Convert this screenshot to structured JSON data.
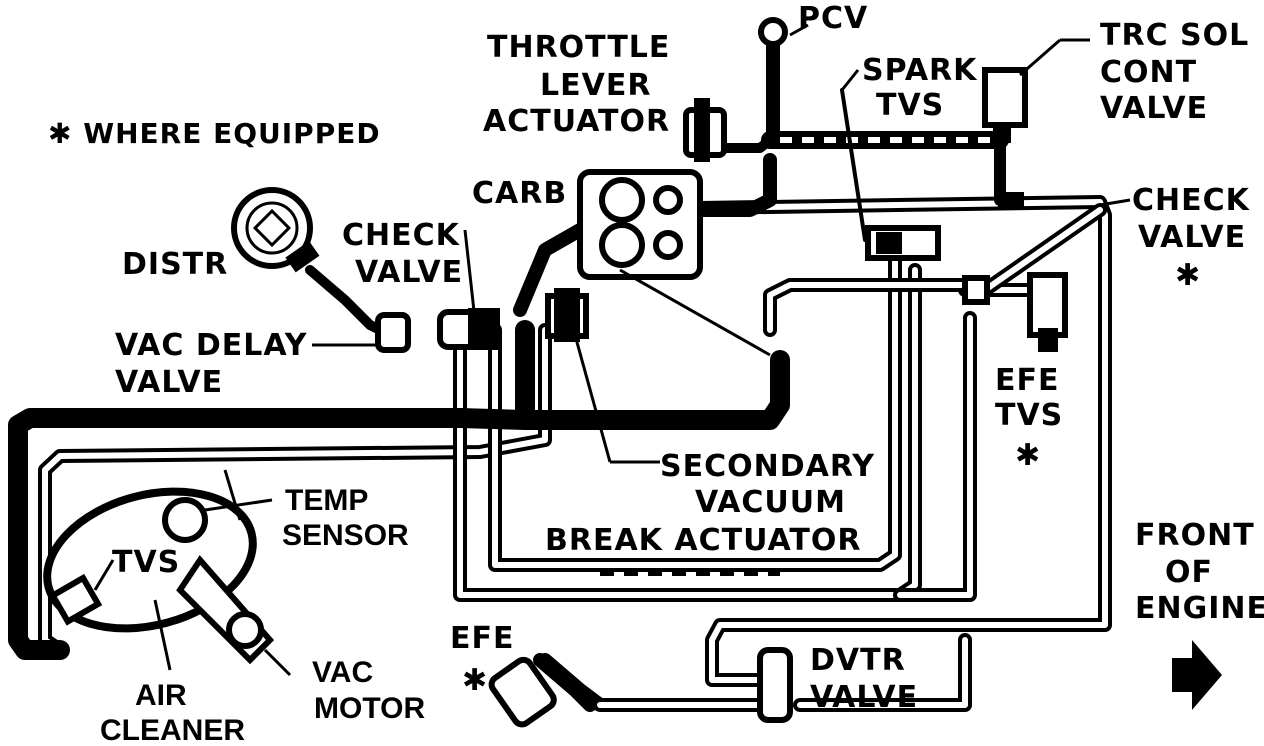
{
  "note": "✱ WHERE EQUIPPED",
  "labels": {
    "pcv": "PCV",
    "throttle_1": "THROTTLE",
    "throttle_2": "LEVER",
    "throttle_3": "ACTUATOR",
    "trc_1": "TRC SOL",
    "trc_2": "CONT",
    "trc_3": "VALVE",
    "spark_1": "SPARK",
    "spark_2": "TVS",
    "carb": "CARB",
    "check_top_1": "CHECK",
    "check_top_2": "VALVE",
    "check_top_star": "✱",
    "distr": "DISTR",
    "check_left_1": "CHECK",
    "check_left_2": "VALVE",
    "vac_delay_1": "VAC DELAY",
    "vac_delay_2": "VALVE",
    "efe_tvs_1": "EFE",
    "efe_tvs_2": "TVS",
    "efe_tvs_star": "✱",
    "secondary_1": "SECONDARY",
    "secondary_2": "VACUUM",
    "secondary_3": "BREAK ACTUATOR",
    "temp_1": "TEMP",
    "temp_2": "SENSOR",
    "tvs": "TVS",
    "front_1": "FRONT",
    "front_2": "OF",
    "front_3": "ENGINE",
    "efe": "EFE",
    "efe_star": "✱",
    "dvtr_1": "DVTR",
    "dvtr_2": "VALVE",
    "vac_motor_1": "VAC",
    "vac_motor_2": "MOTOR",
    "air_1": "AIR",
    "air_2": "CLEANER"
  }
}
